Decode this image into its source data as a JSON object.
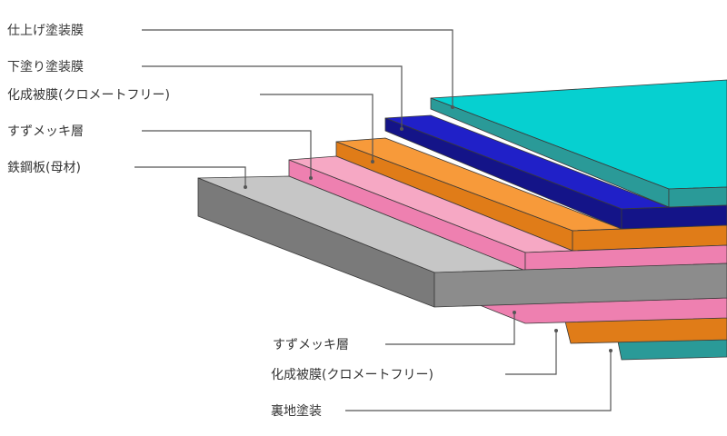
{
  "labels_top": [
    "仕上げ塗装膜",
    "下塗り塗装膜",
    "化成被膜(クロメートフリー)",
    "すずメッキ層",
    "鉄鋼板(母材)"
  ],
  "labels_bottom": [
    "すずメッキ層",
    "化成被膜(クロメートフリー)",
    "裏地塗装"
  ],
  "colors": {
    "finish_top": "#06d0d0",
    "finish_side": "#2a9a98",
    "primer_top": "#2020c8",
    "primer_side": "#141488",
    "chem_top": "#f79a3a",
    "chem_side": "#e07c18",
    "tin_top": "#f6a8c4",
    "tin_side": "#ee80b0",
    "steel_top": "#c6c6c6",
    "steel_side": "#8c8c8c",
    "steel_front": "#7a7a7a",
    "back_side": "#2a9a98"
  }
}
